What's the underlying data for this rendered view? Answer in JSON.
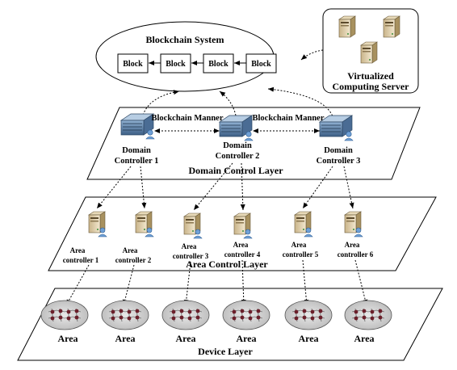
{
  "blockchain": {
    "title": "Blockchain System",
    "blocks": [
      "Block",
      "Block",
      "Block",
      "Block"
    ]
  },
  "server": {
    "label_line1": "Virtualized",
    "label_line2": "Computing Server"
  },
  "domain_layer": {
    "title": "Domain Control Layer",
    "manner_left": "Blockchain Manner",
    "manner_right": "Blockchain Manner",
    "controllers": [
      {
        "line1": "Domain",
        "line2": "Controller 1"
      },
      {
        "line1": "Domain",
        "line2": "Controller 2"
      },
      {
        "line1": "Domain",
        "line2": "Controller 3"
      }
    ]
  },
  "area_layer": {
    "title": "Area Control Layer",
    "controllers": [
      {
        "line1": "Area",
        "line2": "controller 1"
      },
      {
        "line1": "Area",
        "line2": "controller 2"
      },
      {
        "line1": "Area",
        "line2": "controller 3"
      },
      {
        "line1": "Area",
        "line2": "controller 4"
      },
      {
        "line1": "Area",
        "line2": "controller 5"
      },
      {
        "line1": "Area",
        "line2": "controller 6"
      }
    ]
  },
  "device_layer": {
    "title": "Device Layer",
    "areas": [
      "Area",
      "Area",
      "Area",
      "Area",
      "Area",
      "Area"
    ]
  }
}
